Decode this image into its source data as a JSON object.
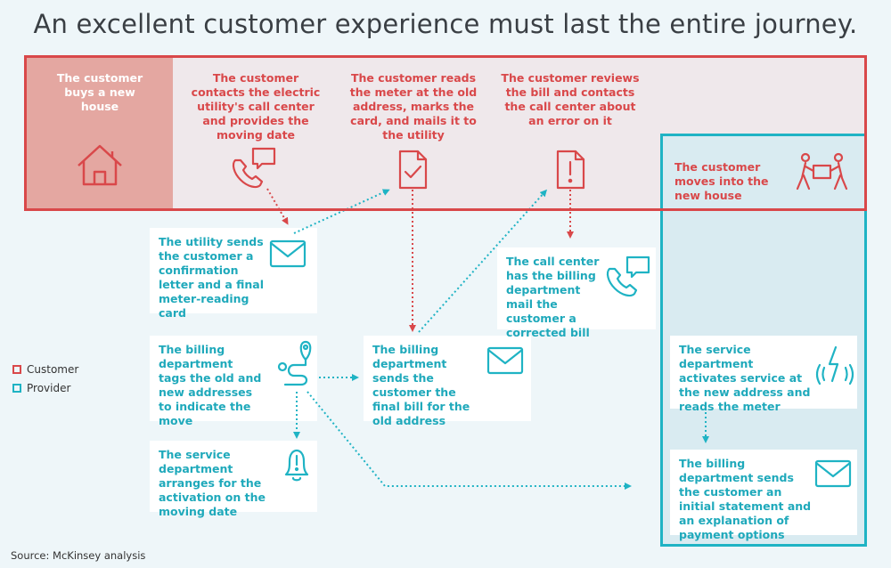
{
  "title": "An excellent customer experience must last the entire journey.",
  "customer_steps": {
    "buys_house": "The customer buys a new house",
    "contacts": "The customer contacts the electric utility's call center and provides the moving date",
    "reads_meter": "The customer reads the meter at the old address, marks the card, and mails it to the utility",
    "reviews_bill": "The customer reviews the bill and contacts the call center about an error on it",
    "moves": "The customer moves into the new house"
  },
  "provider_steps": {
    "confirmation": "The utility sends the customer a confirmation letter and a final meter-reading card",
    "tags_addresses": "The billing department tags the old and new addresses to indicate the move",
    "final_bill": "The billing department sends the customer the final bill for the old address",
    "corrected_bill": "The call center has the billing department mail the customer a corrected bill",
    "arranges_activation": "The service department arranges for the activation on the moving date",
    "activates_service": "The service department activates service at the new address and reads the meter",
    "initial_statement": "The billing department sends the customer an initial statement and an explanation of payment options"
  },
  "legend": {
    "customer": "Customer",
    "provider": "Provider"
  },
  "colors": {
    "customer": "#d9484a",
    "provider": "#1fb3c4"
  },
  "source": "Source: McKinsey analysis"
}
